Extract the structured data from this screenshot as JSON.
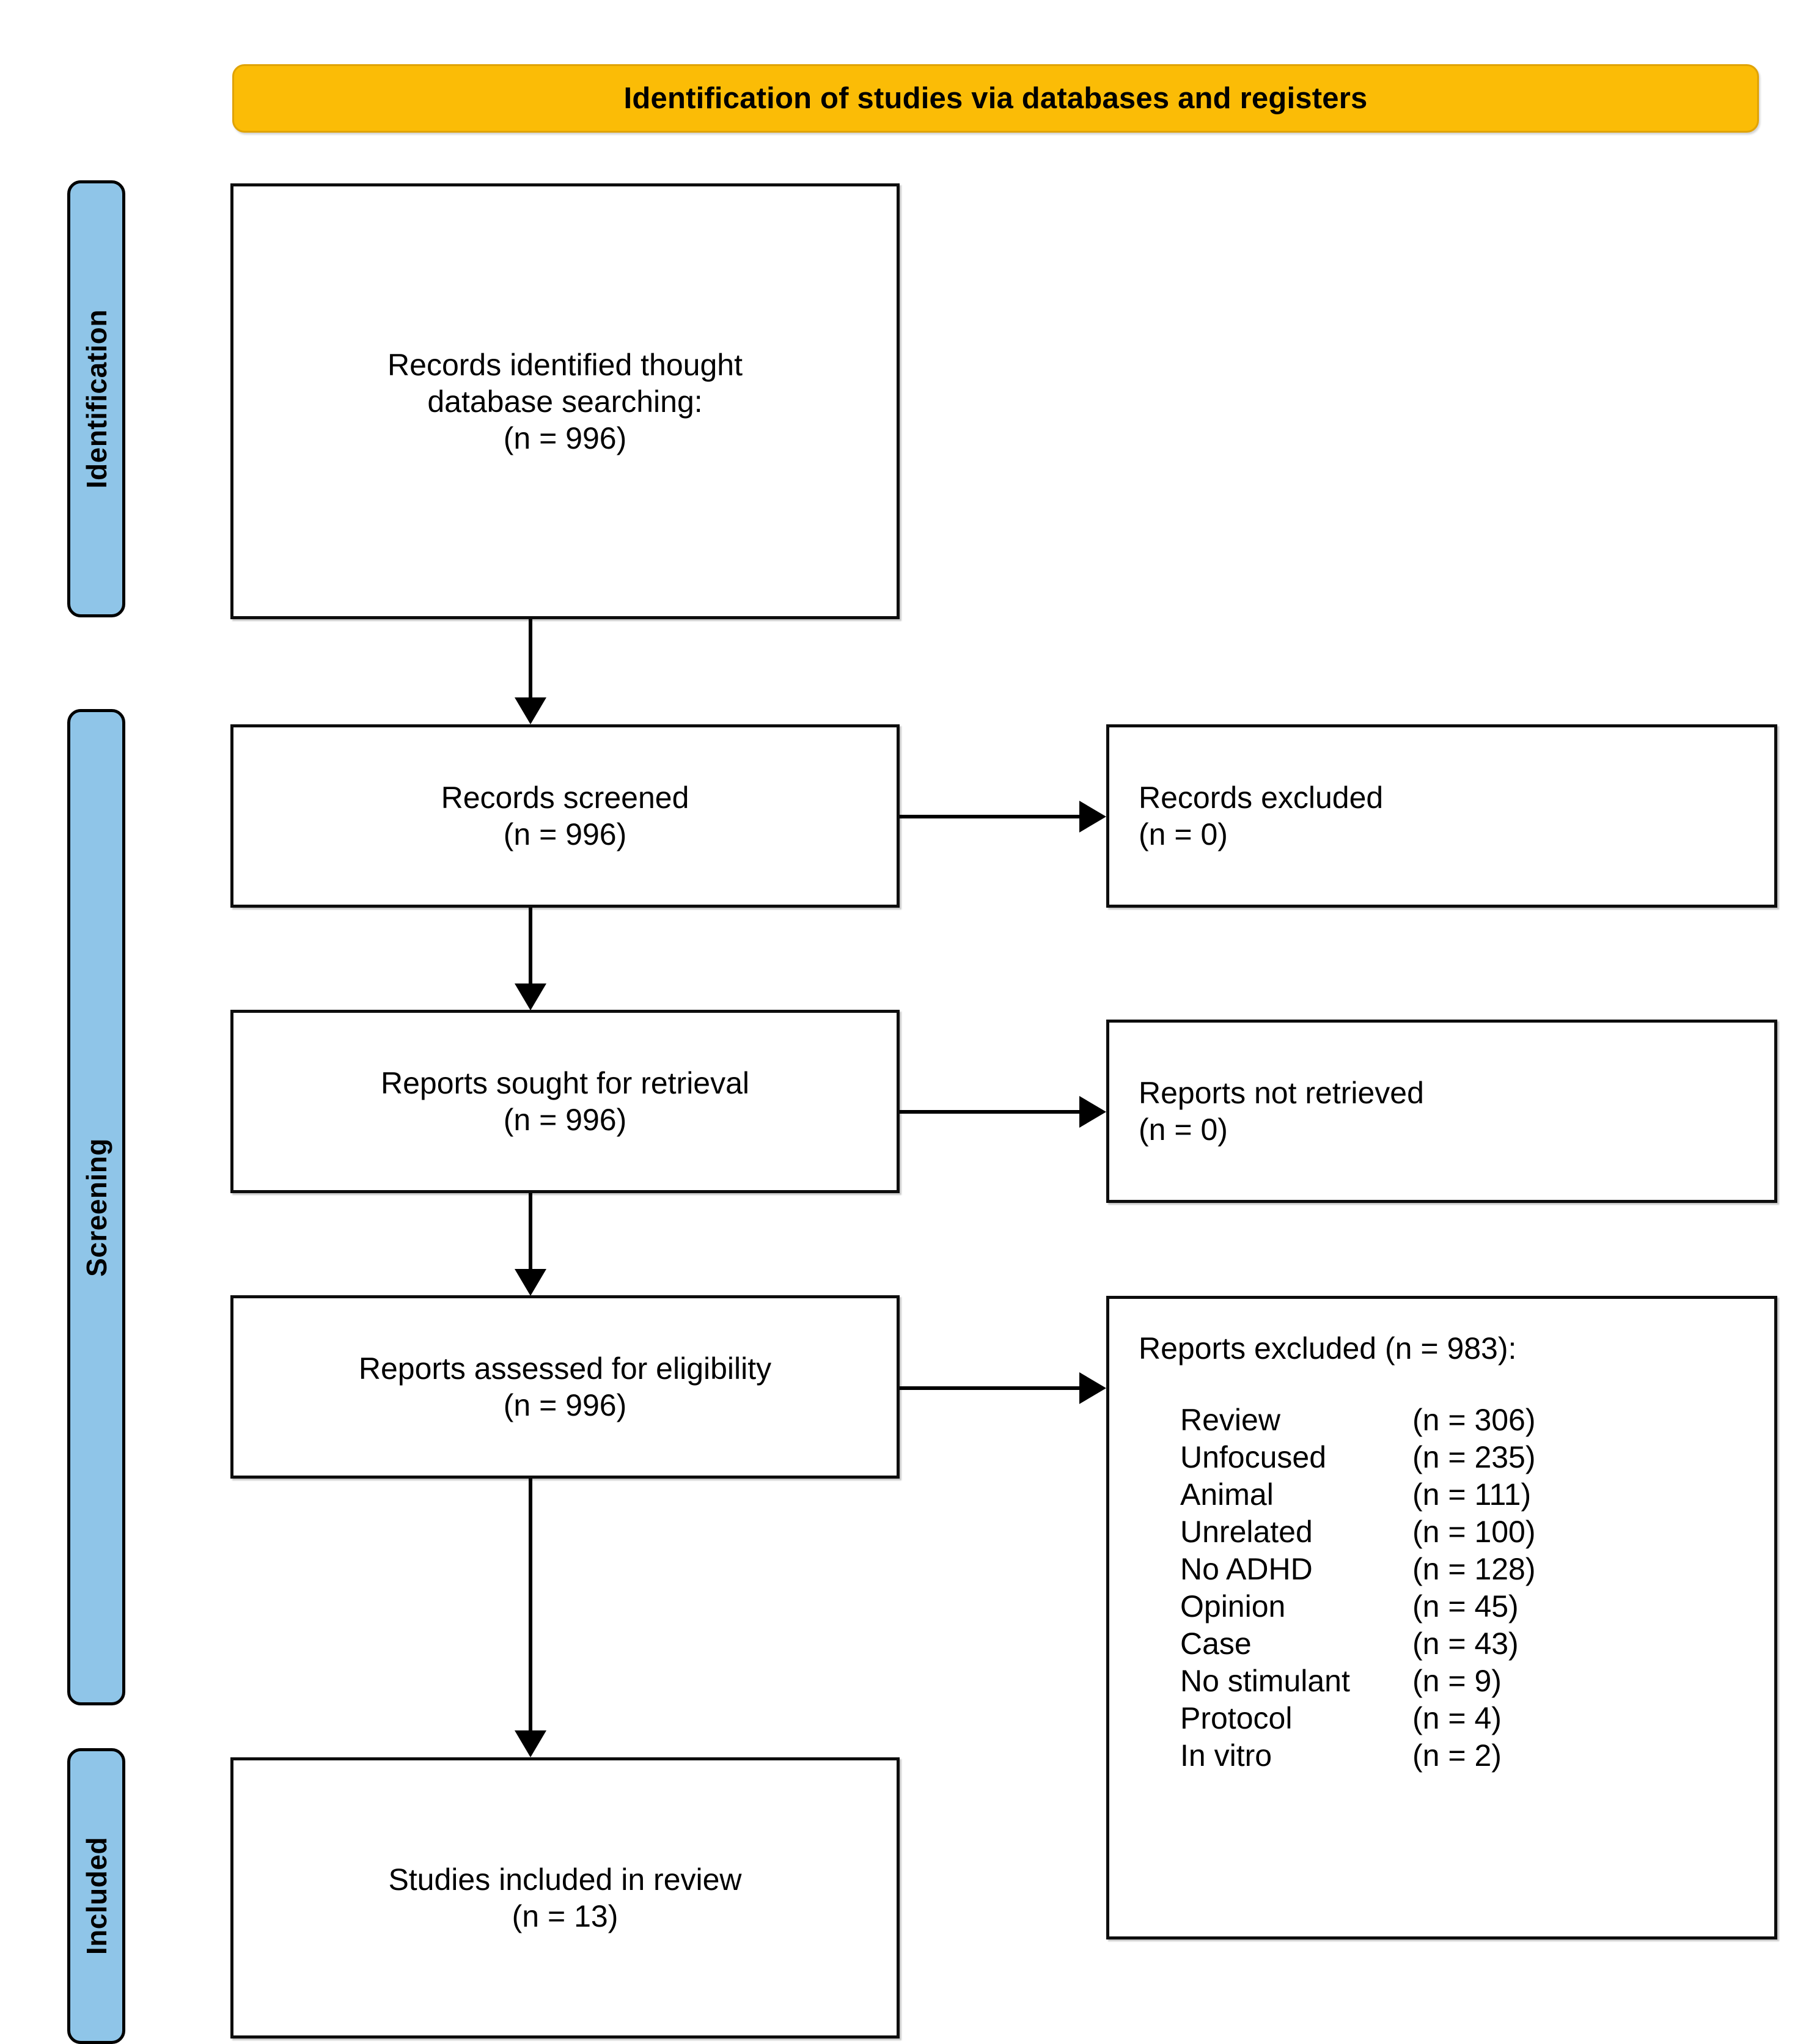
{
  "banner": {
    "title": "Identification of studies via databases and registers",
    "background_color": "#FBBC06",
    "text_color": "#000000"
  },
  "stage_tabs": {
    "background_color": "#8FC5E8",
    "items": [
      {
        "id": "identification",
        "label": "Identification"
      },
      {
        "id": "screening",
        "label": "Screening"
      },
      {
        "id": "included",
        "label": "Included"
      }
    ]
  },
  "nodes": {
    "identified": {
      "line1": "Records identified thought",
      "line2": "database searching:",
      "line3": "(n = 996)"
    },
    "screened": {
      "line1": "Records screened",
      "line2": "(n = 996)"
    },
    "records_excluded": {
      "line1": "Records excluded",
      "line2": "(n = 0)"
    },
    "sought": {
      "line1": "Reports sought for retrieval",
      "line2": "(n = 996)"
    },
    "not_retrieved": {
      "line1": "Reports not retrieved",
      "line2": "(n = 0)"
    },
    "eligibility": {
      "line1": "Reports assessed for eligibility",
      "line2": "(n = 996)"
    },
    "reports_excluded": {
      "title": "Reports excluded (n = 983):",
      "reasons": [
        {
          "reason": "Review",
          "count": "(n = 306)"
        },
        {
          "reason": "Unfocused",
          "count": "(n = 235)"
        },
        {
          "reason": "Animal",
          "count": "(n = 111)"
        },
        {
          "reason": "Unrelated",
          "count": "(n = 100)"
        },
        {
          "reason": "No ADHD",
          "count": "(n = 128)"
        },
        {
          "reason": "Opinion",
          "count": "(n = 45)"
        },
        {
          "reason": "Case",
          "count": "(n = 43)"
        },
        {
          "reason": "No stimulant",
          "count": "(n = 9)"
        },
        {
          "reason": "Protocol",
          "count": "(n = 4)"
        },
        {
          "reason": "In vitro",
          "count": "(n = 2)"
        }
      ]
    },
    "included": {
      "line1": "Studies included in review",
      "line2": "(n = 13)"
    }
  },
  "chart_data": {
    "type": "diagram",
    "title": "Identification of studies via databases and registers",
    "flow": [
      {
        "stage": "Identification",
        "node": "Records identified thought database searching:",
        "n": 996
      },
      {
        "stage": "Screening",
        "node": "Records screened",
        "n": 996
      },
      {
        "stage": "Screening",
        "node": "Records excluded",
        "n": 0
      },
      {
        "stage": "Screening",
        "node": "Reports sought for retrieval",
        "n": 996
      },
      {
        "stage": "Screening",
        "node": "Reports not retrieved",
        "n": 0
      },
      {
        "stage": "Screening",
        "node": "Reports assessed for eligibility",
        "n": 996
      },
      {
        "stage": "Screening",
        "node": "Reports excluded",
        "n": 983
      },
      {
        "stage": "Included",
        "node": "Studies included in review",
        "n": 13
      }
    ],
    "exclusion_breakdown": {
      "categories": [
        "Review",
        "Unfocused",
        "Animal",
        "Unrelated",
        "No ADHD",
        "Opinion",
        "Case",
        "No stimulant",
        "Protocol",
        "In vitro"
      ],
      "values": [
        306,
        235,
        111,
        100,
        128,
        45,
        43,
        9,
        4,
        2
      ],
      "total": 983
    }
  }
}
